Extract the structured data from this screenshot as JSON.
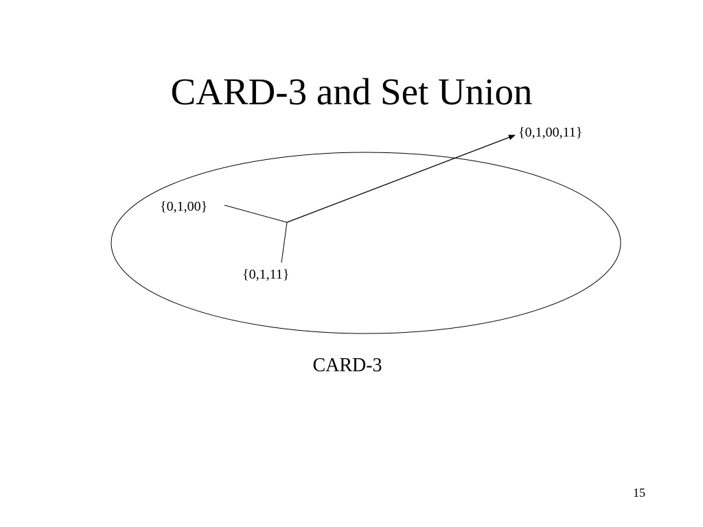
{
  "slide": {
    "title": "CARD-3 and Set Union",
    "page_number": "15"
  },
  "diagram": {
    "region_label": "CARD-3",
    "sets": {
      "set_a": "{0,1,00}",
      "set_b": "{0,1,11}",
      "union": "{0,1,00,11}"
    },
    "colors": {
      "stroke": "#000000",
      "background": "#ffffff"
    }
  }
}
